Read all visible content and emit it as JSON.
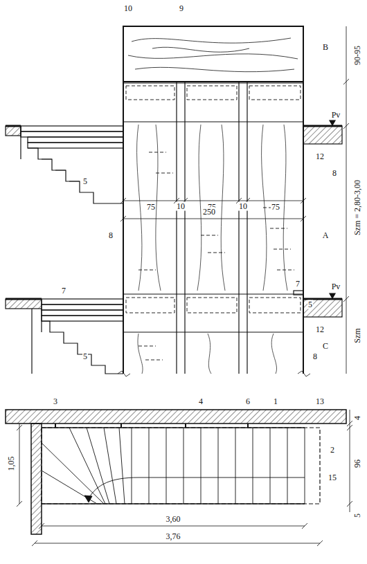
{
  "diagram": {
    "labels": [
      "10",
      "9",
      "B",
      "90-95",
      "Pv",
      "12",
      "5",
      "8",
      "8",
      "75",
      "10",
      "75",
      "10",
      "75",
      "250",
      "A",
      "Szm = 2,80-3,00",
      "7",
      "5",
      "Pv",
      "7",
      "12",
      "C",
      "Szm",
      "5",
      "8",
      "3",
      "4",
      "6",
      "1",
      "13",
      "4",
      "2",
      "1,05",
      "96",
      "15",
      "5",
      "3,60",
      "3,76"
    ]
  }
}
